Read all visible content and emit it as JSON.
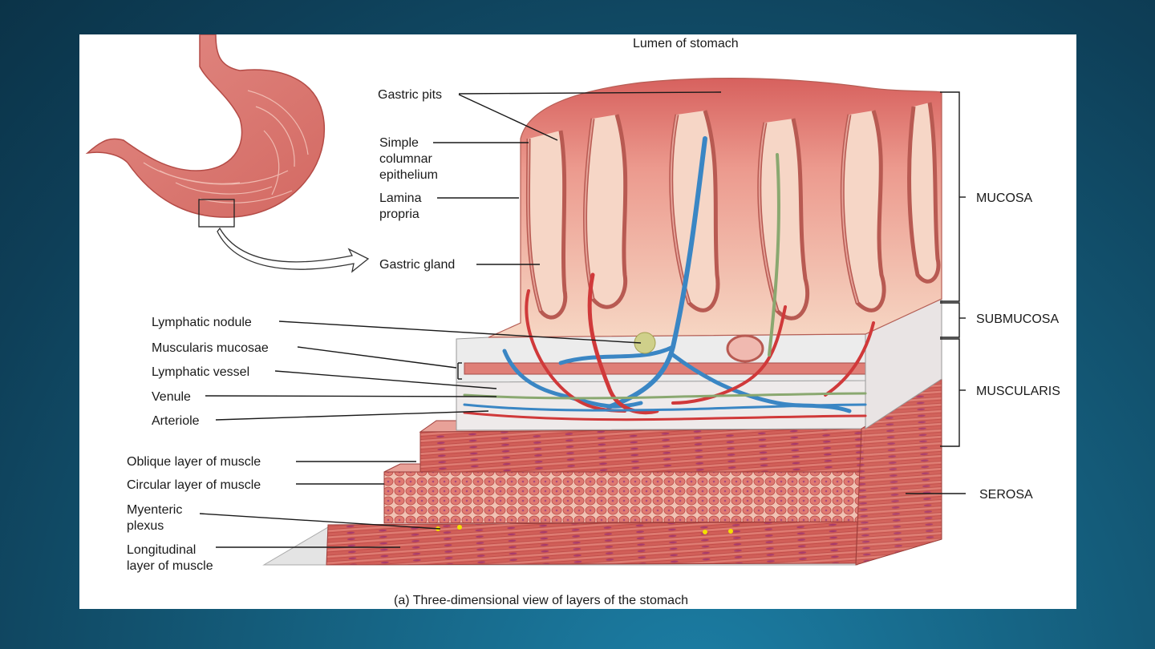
{
  "figure": {
    "top_label": "Lumen of stomach",
    "caption": "(a) Three-dimensional view of layers of the stomach",
    "left_labels": {
      "gastric_pits": "Gastric pits",
      "simple_columnar": [
        "Simple",
        "columnar",
        "epithelium"
      ],
      "lamina_propria": [
        "Lamina",
        "propria"
      ],
      "gastric_gland": "Gastric gland",
      "lymphatic_nodule": "Lymphatic nodule",
      "muscularis_mucosae": "Muscularis mucosae",
      "lymphatic_vessel": "Lymphatic vessel",
      "venule": "Venule",
      "arteriole": "Arteriole",
      "oblique": "Oblique layer of muscle",
      "circular": "Circular layer of muscle",
      "myenteric": [
        "Myenteric",
        "plexus"
      ],
      "longitudinal": [
        "Longitudinal",
        "layer of muscle"
      ]
    },
    "right_labels": {
      "mucosa": "MUCOSA",
      "submucosa": "SUBMUCOSA",
      "muscularis": "MUSCULARIS",
      "serosa": "SEROSA"
    },
    "colors": {
      "tissue_pink": "#e58a86",
      "epithelium": "#f0c8c0",
      "lamina": "#f5d5c0",
      "muscle": "#d8645e",
      "artery": "#d0393a",
      "vein": "#3a86c4",
      "lymph": "#8aa870"
    }
  }
}
